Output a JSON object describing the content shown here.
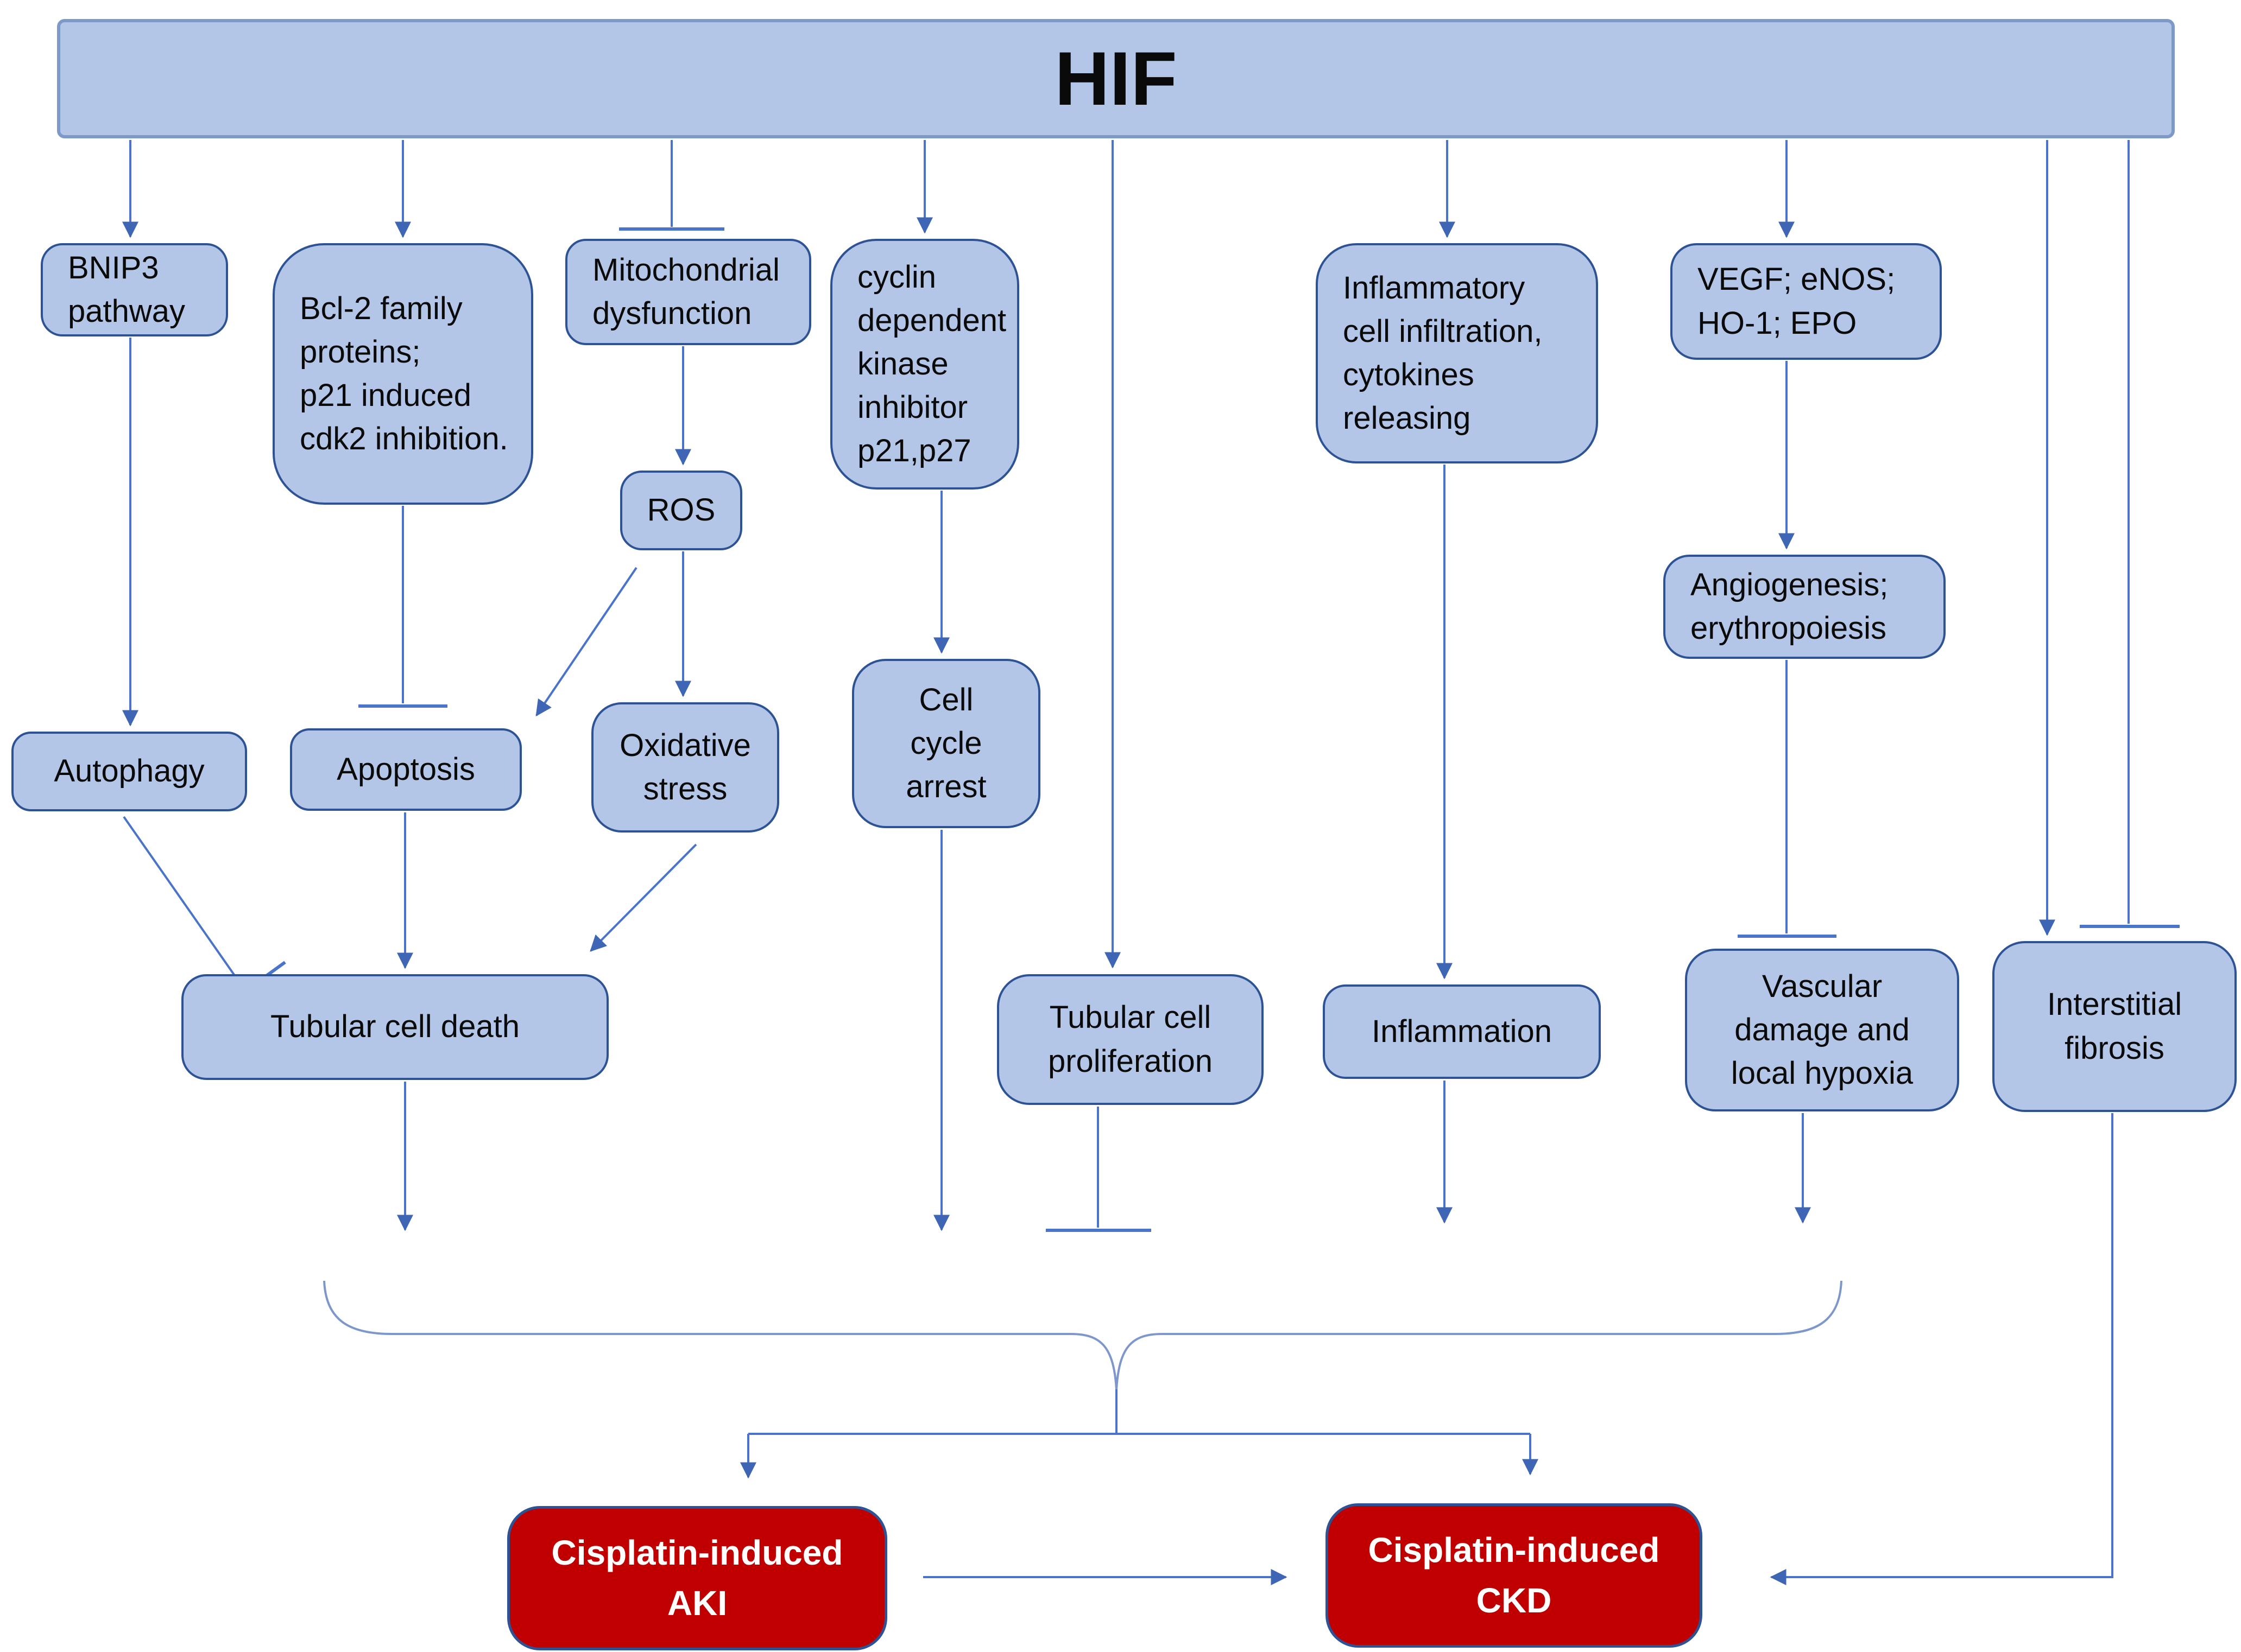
{
  "title": "HIF",
  "colors": {
    "node_fill": "#b4c6e7",
    "node_border": "#2e5395",
    "hif_border": "#7d99c7",
    "connector_line": "#4a74c9",
    "arrowhead": "#3e66b5",
    "brace": "#7e97ca",
    "red_fill": "#c00000",
    "red_border": "#2e5395",
    "red_text": "#ffffff"
  },
  "nodes": {
    "hif": "HIF",
    "bnip3": "BNIP3\npathway",
    "bcl2": "Bcl-2 family\nproteins;\np21 induced\ncdk2 inhibition.",
    "mito": "Mitochondrial\ndysfunction",
    "cdki": "cyclin\ndependent\nkinase\ninhibitor\np21,p27",
    "inflam_infil": "Inflammatory\ncell infiltration,\ncytokines\nreleasing",
    "vegf": "VEGF; eNOS;\nHO-1; EPO",
    "ros": "ROS",
    "autophagy": "Autophagy",
    "apoptosis": "Apoptosis",
    "oxidative": "Oxidative\nstress",
    "cellcycle": "Cell\ncycle\narrest",
    "angio": "Angiogenesis;\nerythropoiesis",
    "tubdeath": "Tubular cell death",
    "tubprolif": "Tubular cell\nproliferation",
    "inflammation": "Inflammation",
    "vascular": "Vascular\ndamage and\nlocal hypoxia",
    "interstitial": "Interstitial\nfibrosis",
    "aki": "Cisplatin-induced\nAKI",
    "ckd": "Cisplatin-induced\nCKD"
  },
  "edges": [
    {
      "from": "hif",
      "to": "bnip3",
      "type": "arrow"
    },
    {
      "from": "hif",
      "to": "bcl2",
      "type": "arrow"
    },
    {
      "from": "hif",
      "to": "mito",
      "type": "inhibit"
    },
    {
      "from": "hif",
      "to": "cdki",
      "type": "arrow"
    },
    {
      "from": "hif",
      "to": "tubprolif",
      "type": "arrow"
    },
    {
      "from": "hif",
      "to": "inflam_infil",
      "type": "arrow"
    },
    {
      "from": "hif",
      "to": "vegf",
      "type": "arrow"
    },
    {
      "from": "hif",
      "to": "interstitial",
      "type": "arrow"
    },
    {
      "from": "hif",
      "to": "interstitial",
      "type": "inhibit"
    },
    {
      "from": "bnip3",
      "to": "autophagy",
      "type": "arrow"
    },
    {
      "from": "bcl2",
      "to": "apoptosis",
      "type": "inhibit"
    },
    {
      "from": "mito",
      "to": "ros",
      "type": "arrow"
    },
    {
      "from": "ros",
      "to": "apoptosis",
      "type": "arrow"
    },
    {
      "from": "ros",
      "to": "oxidative",
      "type": "arrow"
    },
    {
      "from": "cdki",
      "to": "cellcycle",
      "type": "arrow"
    },
    {
      "from": "inflam_infil",
      "to": "inflammation",
      "type": "arrow"
    },
    {
      "from": "vegf",
      "to": "angio",
      "type": "arrow"
    },
    {
      "from": "angio",
      "to": "vascular",
      "type": "inhibit"
    },
    {
      "from": "autophagy",
      "to": "tubdeath",
      "type": "inhibit"
    },
    {
      "from": "apoptosis",
      "to": "tubdeath",
      "type": "arrow"
    },
    {
      "from": "oxidative",
      "to": "tubdeath",
      "type": "arrow"
    },
    {
      "from": "tubdeath",
      "to": "outcome_brace",
      "type": "arrow"
    },
    {
      "from": "cellcycle",
      "to": "outcome_brace",
      "type": "arrow"
    },
    {
      "from": "tubprolif",
      "to": "outcome_brace",
      "type": "inhibit"
    },
    {
      "from": "inflammation",
      "to": "outcome_brace",
      "type": "arrow"
    },
    {
      "from": "vascular",
      "to": "outcome_brace",
      "type": "arrow"
    },
    {
      "from": "outcome_brace",
      "to": "aki",
      "type": "arrow"
    },
    {
      "from": "outcome_brace",
      "to": "ckd",
      "type": "arrow"
    },
    {
      "from": "aki",
      "to": "ckd",
      "type": "arrow"
    },
    {
      "from": "interstitial",
      "to": "ckd",
      "type": "arrow"
    }
  ]
}
